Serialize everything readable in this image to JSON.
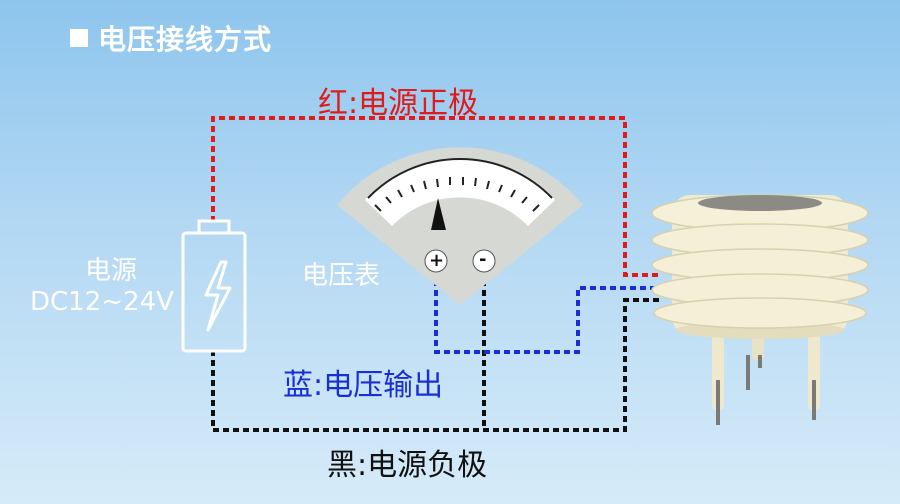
{
  "title": "电压接线方式",
  "wires": {
    "red": {
      "label": "红:电源正极",
      "color": "#e01b1b"
    },
    "blue": {
      "label": "蓝:电压输出",
      "color": "#1a2ed6"
    },
    "black": {
      "label": "黑:电源负极",
      "color": "#111111"
    }
  },
  "power_supply": {
    "label": "电源",
    "spec": "DC12~24V",
    "icon": "lightning-bolt-icon"
  },
  "voltmeter": {
    "label": "电压表",
    "plus": "+",
    "minus": "-"
  },
  "sensor": {
    "icon": "louvered-sensor-shield"
  }
}
